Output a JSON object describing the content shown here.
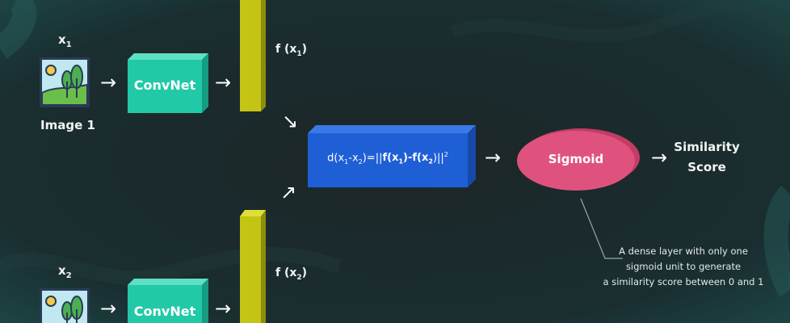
{
  "colors": {
    "background": "#1b2a2c",
    "convnet_cube": "#22c9a6",
    "embedding_bar": "#c4c414",
    "distance_block": "#1f5fd6",
    "sigmoid": "#e0527e",
    "text": "#ffffff"
  },
  "inputs": [
    {
      "x_label": "x",
      "x_sub": "1",
      "image_label": "Image 1",
      "icon": "landscape-image-icon"
    },
    {
      "x_label": "x",
      "x_sub": "2",
      "image_label": "",
      "icon": "landscape-image-icon"
    }
  ],
  "convnet": {
    "label": "ConvNet"
  },
  "embeddings": [
    {
      "label": "f (x",
      "sub": "1",
      "close": ")"
    },
    {
      "label": "f (x",
      "sub": "2",
      "close": ")"
    }
  ],
  "distance": {
    "p1": "d(x",
    "s1": "1",
    "p2": "-x",
    "s2": "2",
    "p3": ")=||",
    "p4": "f(x",
    "s4": "1",
    "p5": ")-f(x",
    "s5": "2",
    "p6": ")||",
    "sup": "2"
  },
  "sigmoid": {
    "label": "Sigmoid"
  },
  "output": {
    "line1": "Similarity",
    "line2": "Score"
  },
  "note": {
    "line1": "A dense layer with only one",
    "line2": "sigmoid unit to generate",
    "line3": "a similarity score between 0 and 1"
  },
  "arrows": {
    "right": "→",
    "down_right": "↘",
    "up_right": "↗"
  }
}
